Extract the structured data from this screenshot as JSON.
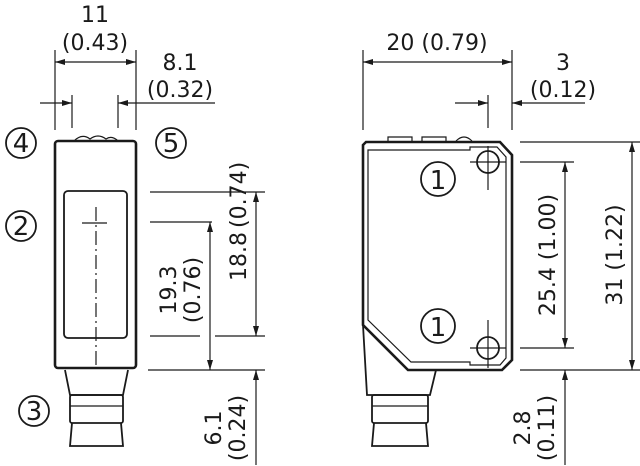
{
  "front_view": {
    "width_dim": {
      "mm": "11",
      "in": "(0.43)"
    },
    "inner_width_dim": {
      "mm": "8.1",
      "in": "(0.32)"
    },
    "window_height_dim": {
      "mm": "18.8",
      "in": "(0.74)"
    },
    "optical_axis_dim": {
      "mm": "19.3",
      "in": "(0.76)"
    },
    "connector_dim": {
      "mm": "6.1",
      "in": "(0.24)"
    },
    "callouts": [
      "4",
      "5",
      "2",
      "3"
    ]
  },
  "side_view": {
    "width_dim": {
      "mm": "20",
      "in": "(0.79)"
    },
    "hole_offset_dim": {
      "mm": "3",
      "in": "(0.12)"
    },
    "hole_spacing_dim": {
      "mm": "25.4",
      "in": "(1.00)"
    },
    "height_dim": {
      "mm": "31",
      "in": "(1.22)"
    },
    "connector_dim": {
      "mm": "2.8",
      "in": "(0.11)"
    },
    "callouts": [
      "1",
      "1"
    ]
  }
}
